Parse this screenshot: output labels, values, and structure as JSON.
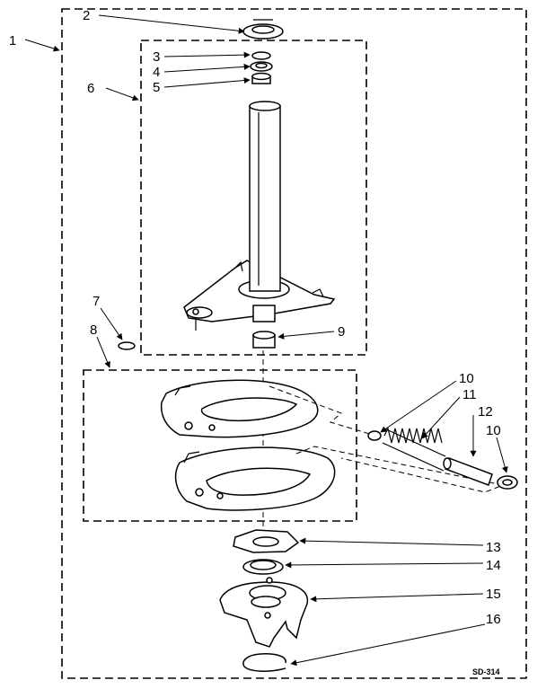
{
  "callouts": {
    "c1": "1",
    "c2": "2",
    "c3": "3",
    "c4": "4",
    "c5": "5",
    "c6": "6",
    "c7": "7",
    "c8": "8",
    "c9": "9",
    "c10a": "10",
    "c11": "11",
    "c12": "12",
    "c10b": "10",
    "c13": "13",
    "c14": "14",
    "c15": "15",
    "c16": "16"
  },
  "drawing_code": "SD-314"
}
